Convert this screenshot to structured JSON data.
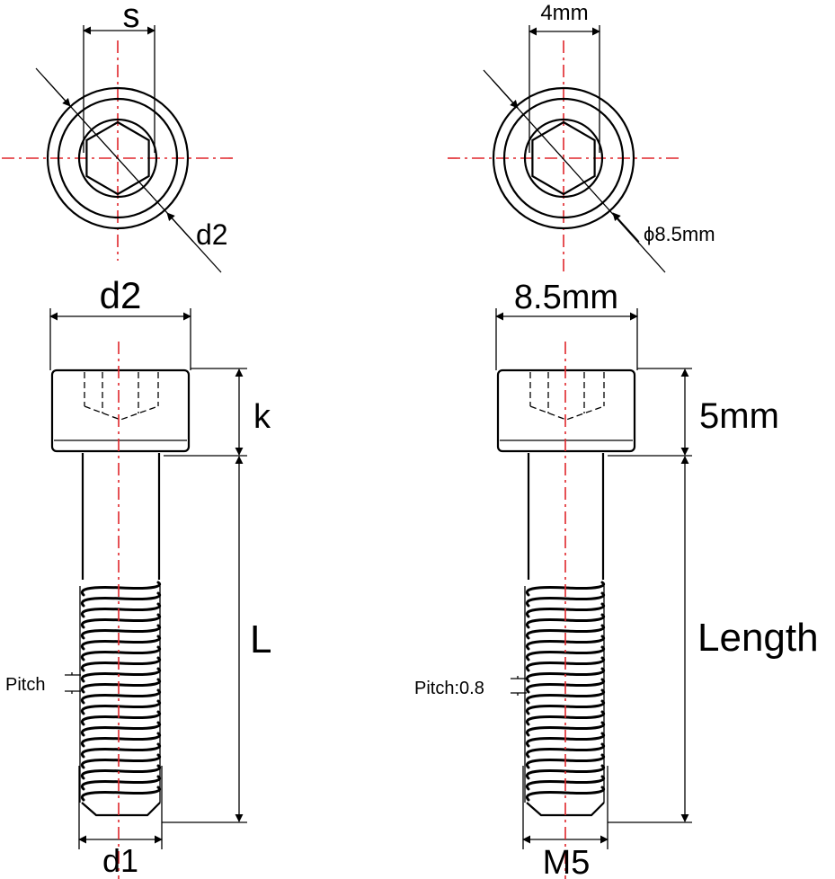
{
  "diagram": {
    "left": {
      "s": "s",
      "d2_top": "d2",
      "d2_side": "d2",
      "k": "k",
      "L": "L",
      "pitch": "Pitch",
      "d1": "d1"
    },
    "right": {
      "s": "4mm",
      "d2_top": "ϕ8.5mm",
      "d2_side": "8.5mm",
      "k": "5mm",
      "L": "Length",
      "pitch": "Pitch:0.8",
      "d1": "M5"
    }
  },
  "colors": {
    "centerline": "#e0262b",
    "lines": "#000000"
  }
}
